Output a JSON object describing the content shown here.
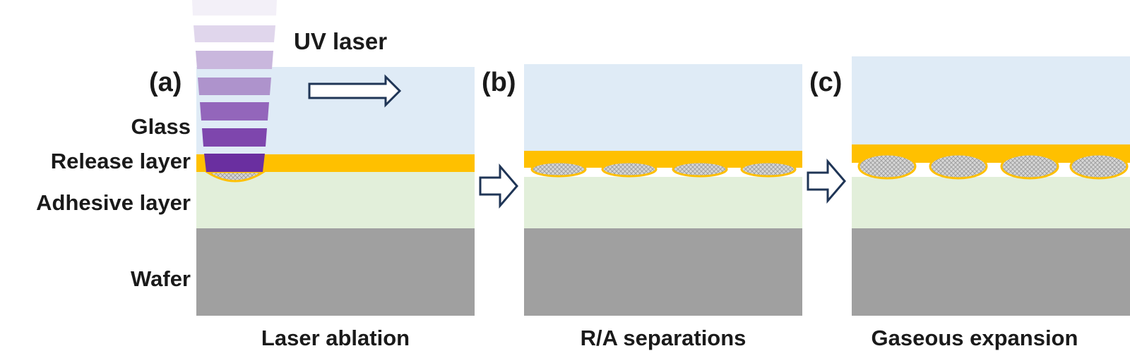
{
  "labels": {
    "uv_laser": "UV laser",
    "glass": "Glass",
    "release_layer": "Release layer",
    "adhesive_layer": "Adhesive layer",
    "wafer": "Wafer"
  },
  "panels": [
    {
      "tag": "(a)",
      "caption": "Laser ablation"
    },
    {
      "tag": "(b)",
      "caption": "R/A separations"
    },
    {
      "tag": "(c)",
      "caption": "Gaseous expansion"
    }
  ],
  "colors": {
    "glass": "#dfebf6",
    "release": "#ffc000",
    "adhesive": "#e2efda",
    "wafer": "#a0a0a0",
    "arrow": "#1f3556",
    "laser_dark": "#6a2fa0",
    "laser_light": "#e6e0f0"
  }
}
